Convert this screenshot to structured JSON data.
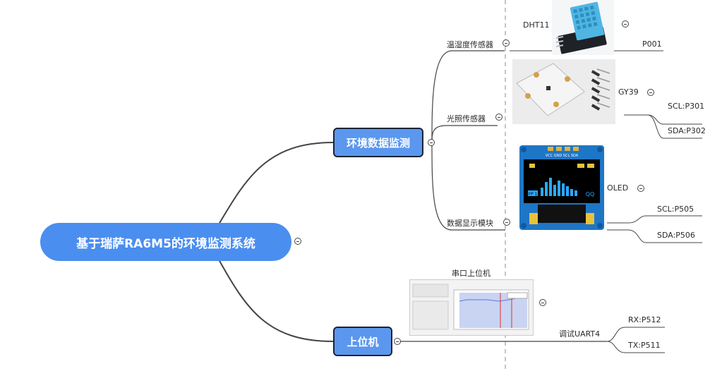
{
  "root": {
    "label": "基于瑞萨RA6M5的环境监测系统"
  },
  "branches": {
    "env": {
      "label": "环境数据监测"
    },
    "host": {
      "label": "上位机"
    }
  },
  "sensors": {
    "temp": {
      "label": "温湿度传感器",
      "module": "DHT11",
      "pins": [
        "P001"
      ]
    },
    "light": {
      "label": "光照传感器",
      "module": "GY39",
      "pins": [
        "SCL:P301",
        "SDA:P302"
      ]
    },
    "display": {
      "label": "数据显示模块",
      "module": "OLED",
      "pins": [
        "SCL:P505",
        "SDA:P506"
      ]
    }
  },
  "host": {
    "image_caption": "串口上位机",
    "uart": {
      "label": "调试UART4",
      "pins": [
        "RX:P512",
        "TX:P511"
      ]
    }
  },
  "oled_screen": {
    "header": "VCC GND SCL SDA",
    "indicator": "QQ",
    "tag": "FP 1"
  },
  "colors": {
    "root": "#4a8ef0",
    "branch": "#5b97ef",
    "line": "#444444"
  }
}
